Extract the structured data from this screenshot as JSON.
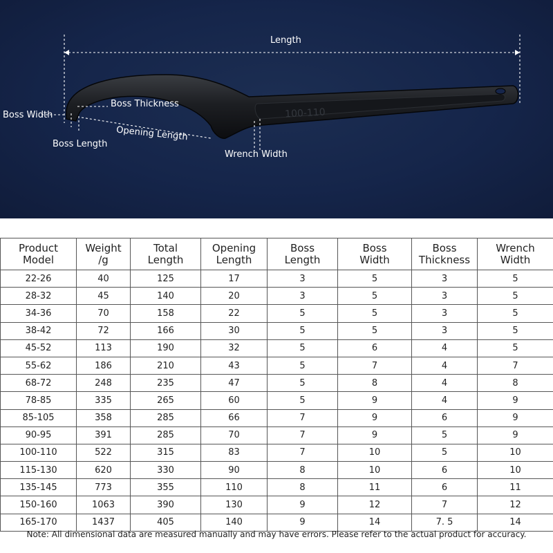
{
  "diagram": {
    "labels": {
      "length": "Length",
      "boss_thickness": "Boss Thickness",
      "boss_width": "Boss Width",
      "opening_length": "Opening Length",
      "boss_length": "Boss Length",
      "wrench_width": "Wrench Width"
    },
    "engraving": "100-110"
  },
  "table": {
    "headers": [
      [
        "Product",
        "Model"
      ],
      [
        "Weight",
        "/g"
      ],
      [
        "Total",
        "Length"
      ],
      [
        "Opening",
        "Length"
      ],
      [
        "Boss",
        "Length"
      ],
      [
        "Boss",
        "Width"
      ],
      [
        "Boss",
        "Thickness"
      ],
      [
        "Wrench",
        "Width"
      ]
    ],
    "rows": [
      [
        "22-26",
        "40",
        "125",
        "17",
        "3",
        "5",
        "3",
        "5"
      ],
      [
        "28-32",
        "45",
        "140",
        "20",
        "3",
        "5",
        "3",
        "5"
      ],
      [
        "34-36",
        "70",
        "158",
        "22",
        "5",
        "5",
        "3",
        "5"
      ],
      [
        "38-42",
        "72",
        "166",
        "30",
        "5",
        "5",
        "3",
        "5"
      ],
      [
        "45-52",
        "113",
        "190",
        "32",
        "5",
        "6",
        "4",
        "5"
      ],
      [
        "55-62",
        "186",
        "210",
        "43",
        "5",
        "7",
        "4",
        "7"
      ],
      [
        "68-72",
        "248",
        "235",
        "47",
        "5",
        "8",
        "4",
        "8"
      ],
      [
        "78-85",
        "335",
        "265",
        "60",
        "5",
        "9",
        "4",
        "9"
      ],
      [
        "85-105",
        "358",
        "285",
        "66",
        "7",
        "9",
        "6",
        "9"
      ],
      [
        "90-95",
        "391",
        "285",
        "70",
        "7",
        "9",
        "5",
        "9"
      ],
      [
        "100-110",
        "522",
        "315",
        "83",
        "7",
        "10",
        "5",
        "10"
      ],
      [
        "115-130",
        "620",
        "330",
        "90",
        "8",
        "10",
        "6",
        "10"
      ],
      [
        "135-145",
        "773",
        "355",
        "110",
        "8",
        "11",
        "6",
        "11"
      ],
      [
        "150-160",
        "1063",
        "390",
        "130",
        "9",
        "12",
        "7",
        "12"
      ],
      [
        "165-170",
        "1437",
        "405",
        "140",
        "9",
        "14",
        "7. 5",
        "14"
      ]
    ]
  },
  "note": "Note: All dimensional data are measured manually and may have errors. Please refer to the actual product for accuracy."
}
